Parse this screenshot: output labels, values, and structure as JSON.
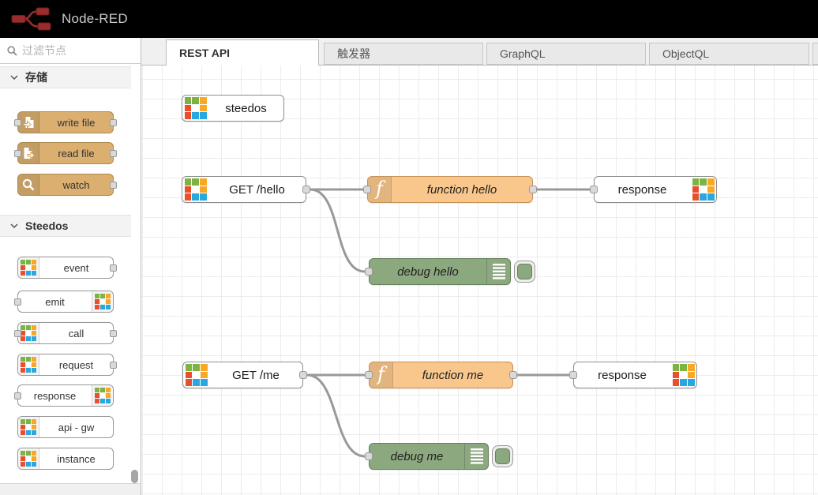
{
  "header": {
    "title": "Node-RED",
    "bg": "#000000",
    "logo_red": "#9b2c2c"
  },
  "sidebar": {
    "search": {
      "placeholder": "过滤节点",
      "icon": "search-icon"
    },
    "categories": [
      {
        "label": "存储",
        "items": [
          {
            "label": "write file",
            "icon": "file-write-icon",
            "ports": [
              "in",
              "out"
            ]
          },
          {
            "label": "read file",
            "icon": "file-read-icon",
            "ports": [
              "in",
              "out"
            ]
          },
          {
            "label": "watch",
            "icon": "magnifier-icon",
            "ports": [
              "out"
            ]
          }
        ]
      },
      {
        "label": "Steedos",
        "items": [
          {
            "label": "event",
            "icon": "steedos-grid-icon",
            "icon_side": "left",
            "ports": [
              "out"
            ]
          },
          {
            "label": "emit",
            "icon": "steedos-grid-icon",
            "icon_side": "right",
            "ports": [
              "in"
            ]
          },
          {
            "label": "call",
            "icon": "steedos-grid-icon",
            "icon_side": "left",
            "ports": [
              "in",
              "out"
            ]
          },
          {
            "label": "request",
            "icon": "steedos-grid-icon",
            "icon_side": "left",
            "ports": [
              "out"
            ]
          },
          {
            "label": "response",
            "icon": "steedos-grid-icon",
            "icon_side": "right",
            "ports": [
              "in"
            ]
          },
          {
            "label": "api - gw",
            "icon": "steedos-grid-icon",
            "icon_side": "left",
            "ports": []
          },
          {
            "label": "instance",
            "icon": "steedos-grid-icon",
            "icon_side": "left",
            "ports": []
          }
        ]
      }
    ]
  },
  "tabs": {
    "items": [
      {
        "label": "REST API",
        "active": true
      },
      {
        "label": "触发器",
        "active": false
      },
      {
        "label": "GraphQL",
        "active": false
      },
      {
        "label": "ObjectQL",
        "active": false
      }
    ]
  },
  "canvas": {
    "nodes": [
      {
        "label": "steedos",
        "kind": "steedos-config"
      },
      {
        "label": "GET /hello",
        "kind": "api-endpoint"
      },
      {
        "label": "function hello",
        "kind": "function"
      },
      {
        "label": "response",
        "kind": "api-response"
      },
      {
        "label": "debug hello",
        "kind": "debug",
        "toggle_enabled": true
      },
      {
        "label": "GET /me",
        "kind": "api-endpoint"
      },
      {
        "label": "function me",
        "kind": "function"
      },
      {
        "label": "response",
        "kind": "api-response"
      },
      {
        "label": "debug me",
        "kind": "debug",
        "toggle_enabled": true
      }
    ],
    "wires": [
      "GET /hello -> function hello",
      "GET /hello -> debug hello",
      "function hello -> response",
      "GET /me -> function me",
      "GET /me -> debug me",
      "function me -> response"
    ]
  },
  "colors": {
    "header_bg": "#000000",
    "logo_red": "#9b2c2c",
    "file_node": "#dbaf70",
    "function_node": "#f9c78c",
    "debug_node": "#8ca87e",
    "wire": "#999999",
    "port_fill": "#d9d9d9",
    "grid_line": "#ececec",
    "steedos_grid": [
      "green",
      "green",
      "amber",
      "red",
      "white",
      "amber",
      "red",
      "blue",
      "blue"
    ],
    "steedos_palette": {
      "green": "#7cb342",
      "amber": "#f9a825",
      "red": "#ea4f2d",
      "blue": "#29a8e0",
      "white": "#ffffff"
    }
  }
}
